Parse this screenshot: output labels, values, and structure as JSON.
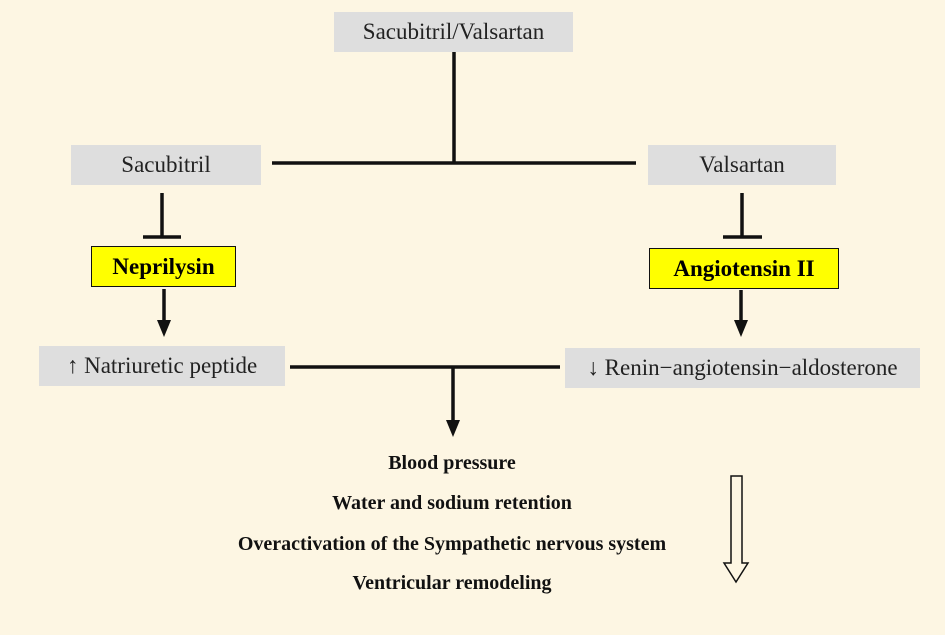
{
  "diagram": {
    "top_drug": "Sacubitril/Valsartan",
    "left_drug": "Sacubitril",
    "right_drug": "Valsartan",
    "left_target": "Neprilysin",
    "right_target": "Angiotensin II",
    "left_effect": "↑ Natriuretic peptide",
    "right_effect": "↓ Renin−angiotensin−aldosterone",
    "outcomes": [
      "Blood pressure",
      "Water and sodium retention",
      "Overactivation of the Sympathetic nervous system",
      "Ventricular remodeling"
    ],
    "colors": {
      "background": "#fdf6e3",
      "box_gray": "#dedede",
      "highlight_yellow": "#ffff00"
    },
    "decrease_indicator": "hollow-down-arrow-icon"
  }
}
